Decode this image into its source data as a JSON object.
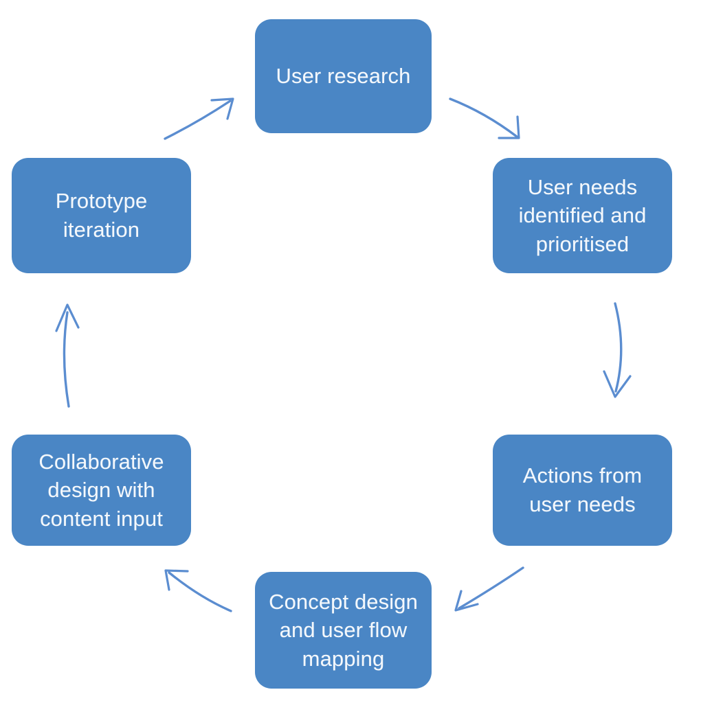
{
  "diagram": {
    "type": "cycle",
    "direction": "clockwise",
    "background_color": "#ffffff",
    "node_fill_color": "#4a86c5",
    "node_text_color": "#f4f8fc",
    "arrow_color": "#5b8dd0",
    "nodes": [
      {
        "id": "user-research",
        "label": "User research"
      },
      {
        "id": "user-needs",
        "label": "User needs\nidentified and\nprioritised"
      },
      {
        "id": "actions-user-needs",
        "label": "Actions from\nuser needs"
      },
      {
        "id": "concept-design",
        "label": "Concept design\nand user flow\nmapping"
      },
      {
        "id": "collaborative-design",
        "label": "Collaborative\ndesign with\ncontent input"
      },
      {
        "id": "prototype-iteration",
        "label": "Prototype\niteration"
      }
    ],
    "arrows": [
      {
        "id": "arrow-user-research-to-user-needs",
        "from": "user-research",
        "to": "user-needs"
      },
      {
        "id": "arrow-user-needs-to-actions",
        "from": "user-needs",
        "to": "actions-user-needs"
      },
      {
        "id": "arrow-actions-to-concept-design",
        "from": "actions-user-needs",
        "to": "concept-design"
      },
      {
        "id": "arrow-concept-design-to-collaborative-design",
        "from": "concept-design",
        "to": "collaborative-design"
      },
      {
        "id": "arrow-collaborative-design-to-prototype",
        "from": "collaborative-design",
        "to": "prototype-iteration"
      },
      {
        "id": "arrow-prototype-to-user-research",
        "from": "prototype-iteration",
        "to": "user-research"
      }
    ]
  }
}
